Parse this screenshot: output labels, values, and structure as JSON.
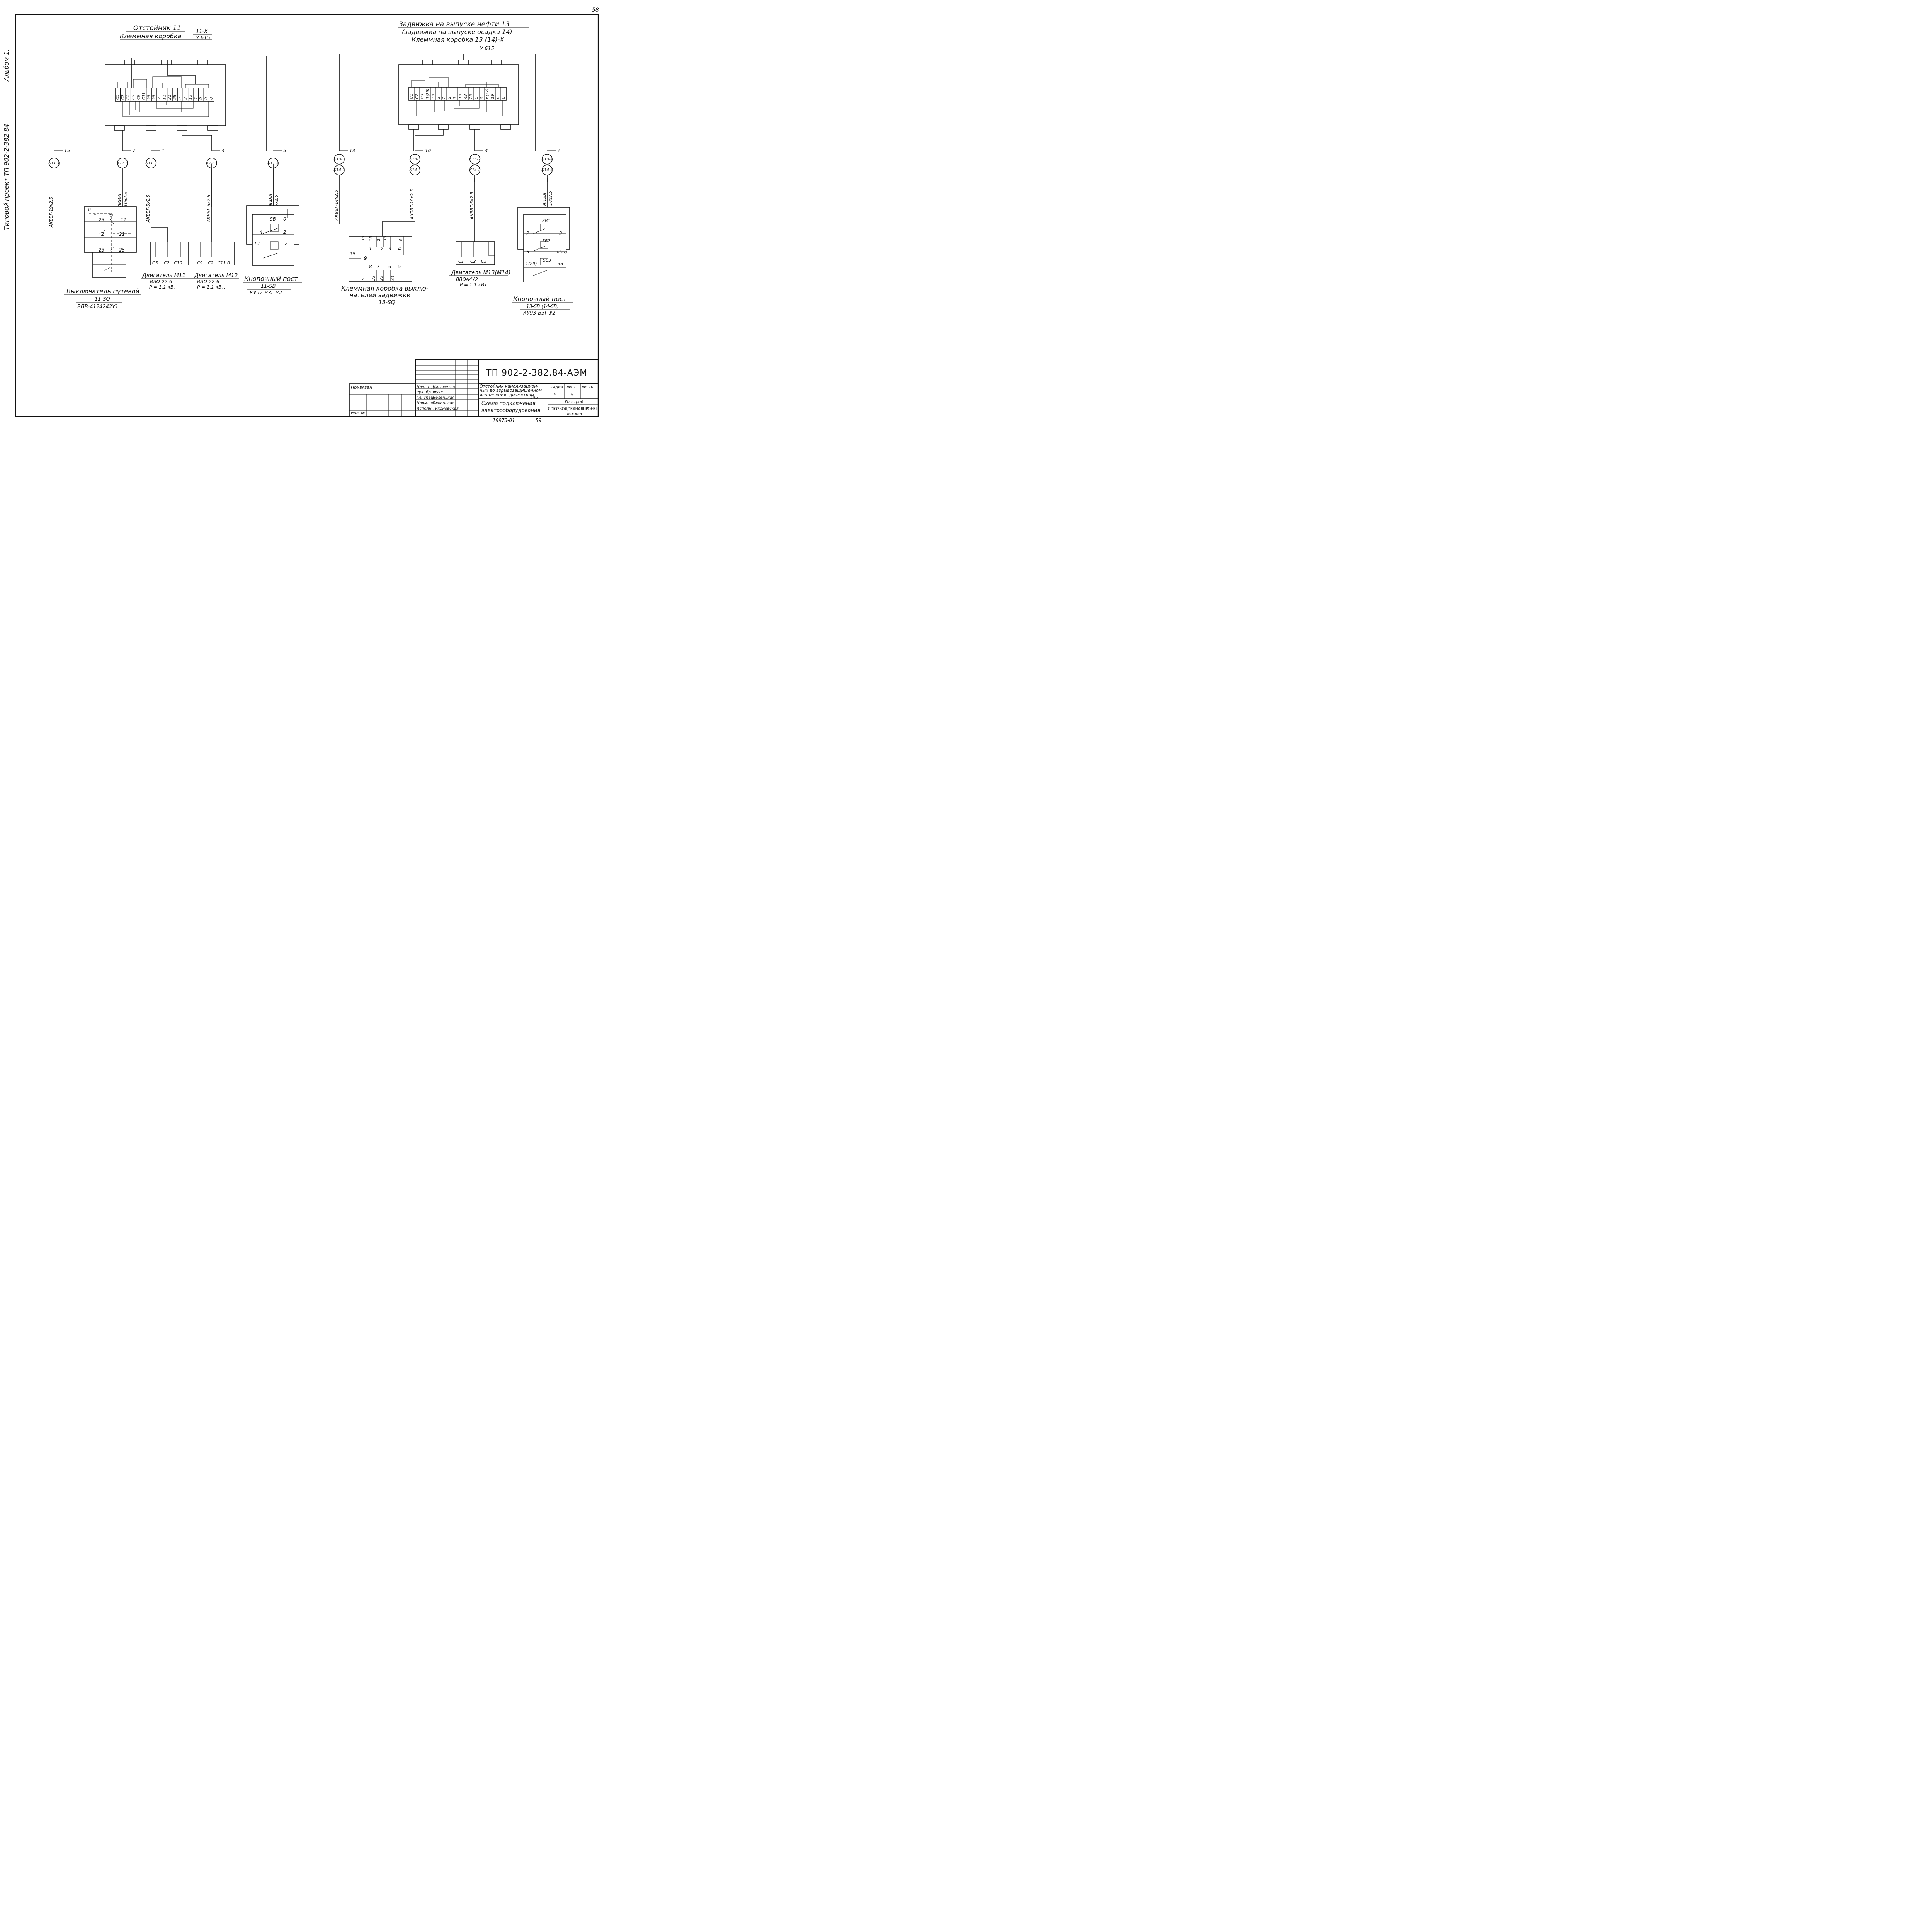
{
  "sheet": {
    "sheet_number": "58",
    "album": "Альбом 1.",
    "project_side": "Типовой проект ТП 902-2-382.84",
    "bottom_number": "19973-01",
    "bottom_page": "59"
  },
  "left_unit": {
    "title": "Отстойник 11",
    "box_label": "Клеммная коробка",
    "box_num": "11-Х",
    "box_type": "У 615",
    "terminals": [
      "С5",
      "С7",
      "С2",
      "С2",
      "С9",
      "С11",
      "23",
      "23",
      "2",
      "11",
      "21",
      "25",
      "2",
      "2",
      "13",
      "4",
      "0",
      "0",
      "0"
    ],
    "glands": [
      {
        "id": "К11-1",
        "count": "15",
        "cable": "АКВВГ-19х2.5"
      },
      {
        "id": "К11-3",
        "count": "7",
        "cable": "АКВВГ",
        "cable2": "10х2.5"
      },
      {
        "id": "К11-2",
        "count": "4",
        "cable": "АКВВГ-5х2.5"
      },
      {
        "id": "К12-1",
        "count": "4",
        "cable": "АКВВГ-5х2.5"
      },
      {
        "id": "К11-4",
        "count": "5",
        "cable": "АКВВГ",
        "cable2": "5х2.5"
      }
    ],
    "switch": {
      "name": "Выключатель путевой",
      "tag": "11-SQ",
      "type": "ВПВ-4124242У1",
      "labels": [
        "0",
        "23",
        "11",
        "2",
        "21",
        "23",
        "25"
      ]
    },
    "motor11": {
      "name": "Двигатель М11",
      "type": "ВАО-22-6",
      "power": "P = 1.1 кВт.",
      "terms": [
        "С5",
        "С2",
        "С10"
      ]
    },
    "motor12": {
      "name": "Двигатель М12",
      "type": "ВАО-22-6",
      "power": "P = 1.1 кВт.",
      "terms": [
        "С9",
        "С2",
        "С11",
        "0"
      ]
    },
    "post": {
      "name": "Кнопочный пост",
      "tag": "11-SB",
      "type": "КУ92-ВЗГ-У2",
      "labels": [
        "SB",
        "0",
        "4",
        "2",
        "13",
        "2"
      ]
    }
  },
  "right_unit": {
    "title1": "Задвижка на выпуске нефти 13",
    "title2": "(задвижка на выпуске осадка 14)",
    "box_label": "Клеммная коробка 13 (14)-Х",
    "box_type": "У 615",
    "terminals": [
      "С1",
      "С2",
      "С3",
      "1(29)",
      "33",
      "3",
      "2",
      "2",
      "3",
      "13",
      "43",
      "23",
      "5",
      "5",
      "6(27)",
      "39",
      "0",
      "0"
    ],
    "glands": [
      {
        "id": "К13-1",
        "id2": "К14-1",
        "count": "13",
        "cable": "АКВВГ-14х2.5"
      },
      {
        "id": "К13-3",
        "id2": "К14-3",
        "count": "10",
        "cable": "АКВВГ-10х2.5"
      },
      {
        "id": "К13-2",
        "id2": "К14-2",
        "count": "4",
        "cable": "АКВВГ-5х2.5"
      },
      {
        "id": "К13-4",
        "id2": "К14-4",
        "count": "7",
        "cable": "АКВВГ",
        "cable2": "10х2.5"
      }
    ],
    "limit_box": {
      "name1": "Клеммная коробка выклю-",
      "name2": "чателей задвижки",
      "tag": "13-SQ",
      "top_labels": [
        "33",
        "13",
        "2",
        "33",
        "0"
      ],
      "nums_top": [
        "1",
        "2",
        "3",
        "4"
      ],
      "left_label": "39",
      "mid_num": "9",
      "nums_bot": [
        "8",
        "7",
        "6",
        "5"
      ],
      "bot_labels": [
        "5",
        "23",
        "23",
        "43"
      ]
    },
    "motor": {
      "name": "Двигатель М13(М14)",
      "type": "ВВОА4У2",
      "power": "P = 1.1 кВт.",
      "terms": [
        "С1",
        "С2",
        "С3"
      ]
    },
    "post": {
      "name": "Кнопочный пост",
      "tag": "13-SB (14-SB)",
      "type": "КУ93-ВЗГ-У2",
      "labels": [
        "SB1",
        "2",
        "3",
        "SB2",
        "5",
        "6(27)",
        "1(29)",
        "SB3",
        "33"
      ]
    }
  },
  "title_block": {
    "code": "ТП 902-2-382.84-АЭМ",
    "privyazan": "Привязан",
    "inv": "Инв. №",
    "roles": [
      "Нач. отд",
      "Рук. бр.",
      "Гл. спец.",
      "Норм. конт",
      "Исполн."
    ],
    "names": [
      "Кильметов",
      "Фукс",
      "Беленькая",
      "Беленькая",
      "Тихоновская"
    ],
    "desc1": "Отстойник канализацион-",
    "desc2": "ный во взрывозащищенном",
    "desc3": "исполнении, диаметром",
    "desc4": "40м.",
    "sheet_title1": "Схема подключения",
    "sheet_title2": "электрооборудования.",
    "stage_h": "стадия",
    "list_h": "лист",
    "lists_h": "листов",
    "stage": "Р",
    "list": "5",
    "org1": "Госстрой",
    "org2": "СОЮЗВОДОКАНАЛПРОЕКТ",
    "org3": "г. Москва"
  }
}
